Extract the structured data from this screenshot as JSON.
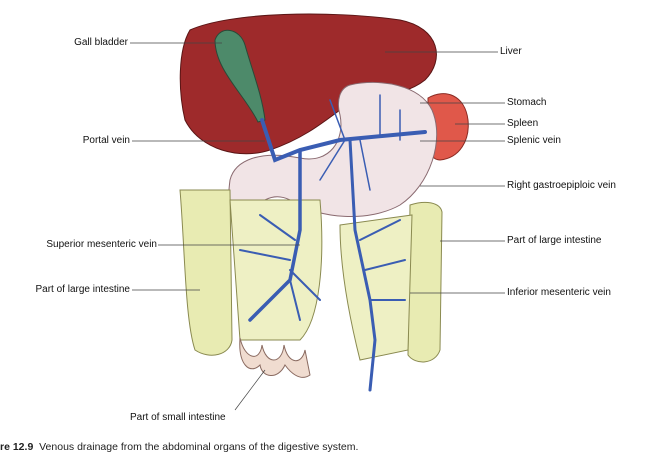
{
  "labels": {
    "gall_bladder": "Gall bladder",
    "portal_vein": "Portal vein",
    "superior_mesenteric_vein": "Superior mesenteric vein",
    "part_large_intestine_left": "Part of large intestine",
    "part_small_intestine": "Part of small intestine",
    "liver": "Liver",
    "stomach": "Stomach",
    "spleen": "Spleen",
    "splenic_vein": "Splenic vein",
    "right_gastroepiploic_vein": "Right gastroepiploic vein",
    "part_large_intestine_right": "Part of large intestine",
    "inferior_mesenteric_vein": "Inferior mesenteric vein"
  },
  "caption": {
    "number": "re 12.9",
    "text": "Venous drainage from the abdominal organs of the digestive system."
  },
  "colors": {
    "liver": "#9e2a2b",
    "gall_bladder": "#4d8a6a",
    "stomach": "#f1e4e6",
    "spleen": "#e0584a",
    "vein": "#3a5db3",
    "intestine": "#e8ebb2"
  }
}
